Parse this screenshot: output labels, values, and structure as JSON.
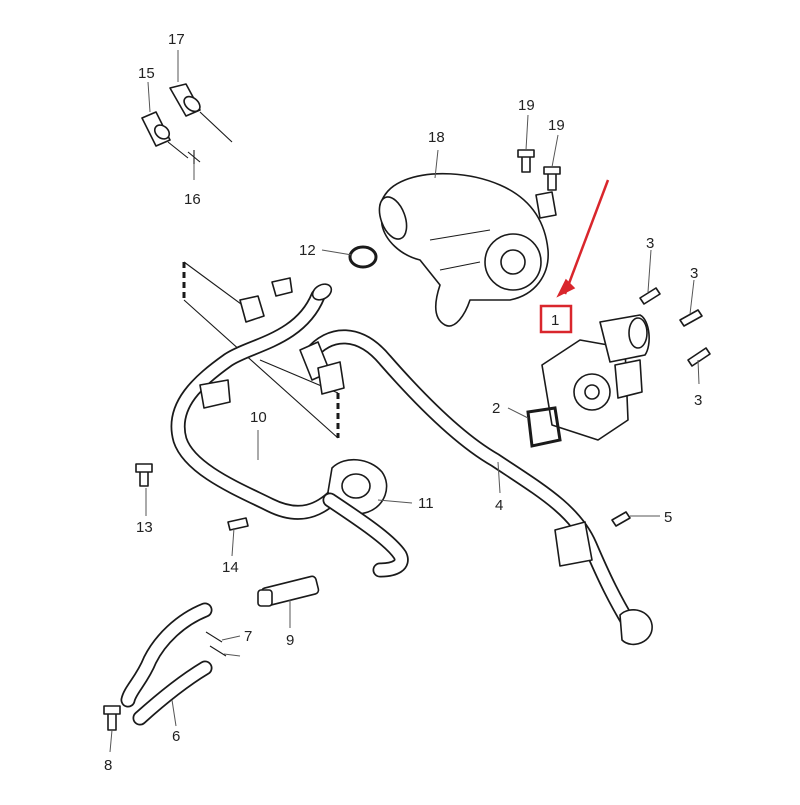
{
  "diagram": {
    "callouts": {
      "c1": "1",
      "c2": "2",
      "c3a": "3",
      "c3b": "3",
      "c3c": "3",
      "c4": "4",
      "c5": "5",
      "c6": "6",
      "c7": "7",
      "c8": "8",
      "c9": "9",
      "c10": "10",
      "c11": "11",
      "c12": "12",
      "c13": "13",
      "c14": "14",
      "c15": "15",
      "c16": "16",
      "c17": "17",
      "c18": "18",
      "c19a": "19",
      "c19b": "19"
    },
    "colors": {
      "line": "#1a1a1a",
      "highlight": "#d9262c",
      "background": "#ffffff"
    }
  }
}
